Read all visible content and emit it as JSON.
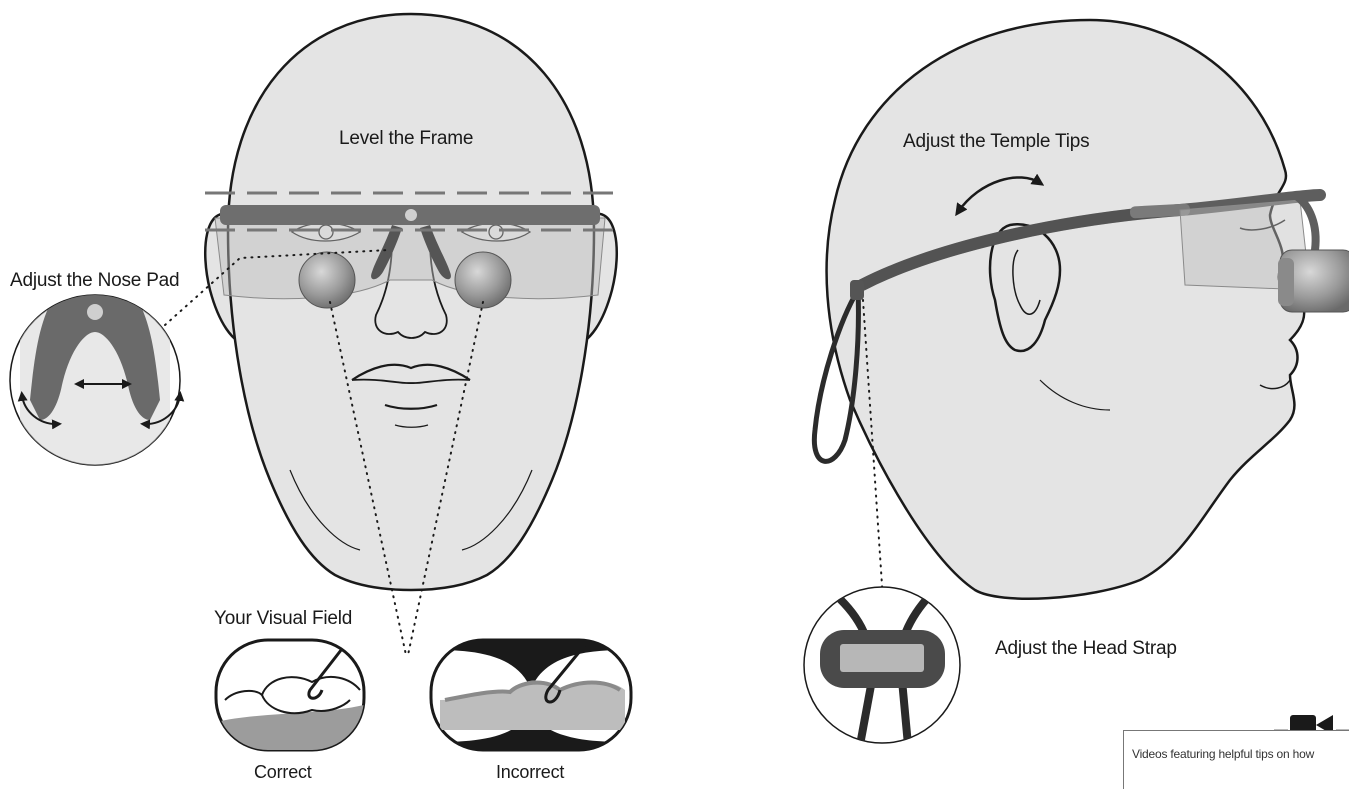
{
  "labels": {
    "level_frame": "Level the Frame",
    "nose_pad": "Adjust the Nose Pad",
    "visual_field": "Your Visual Field",
    "correct": "Correct",
    "incorrect": "Incorrect",
    "temple_tips": "Adjust the Temple Tips",
    "head_strap": "Adjust the Head Strap"
  },
  "video_note": {
    "text": "Videos featuring helpful tips on how",
    "icon": "video-camera-icon"
  },
  "colors": {
    "head_fill": "#e4e4e4",
    "outline": "#1a1a1a",
    "frame": "#6e6e6e",
    "lens": "#9a9a9a",
    "strap": "#2b2b2b"
  }
}
